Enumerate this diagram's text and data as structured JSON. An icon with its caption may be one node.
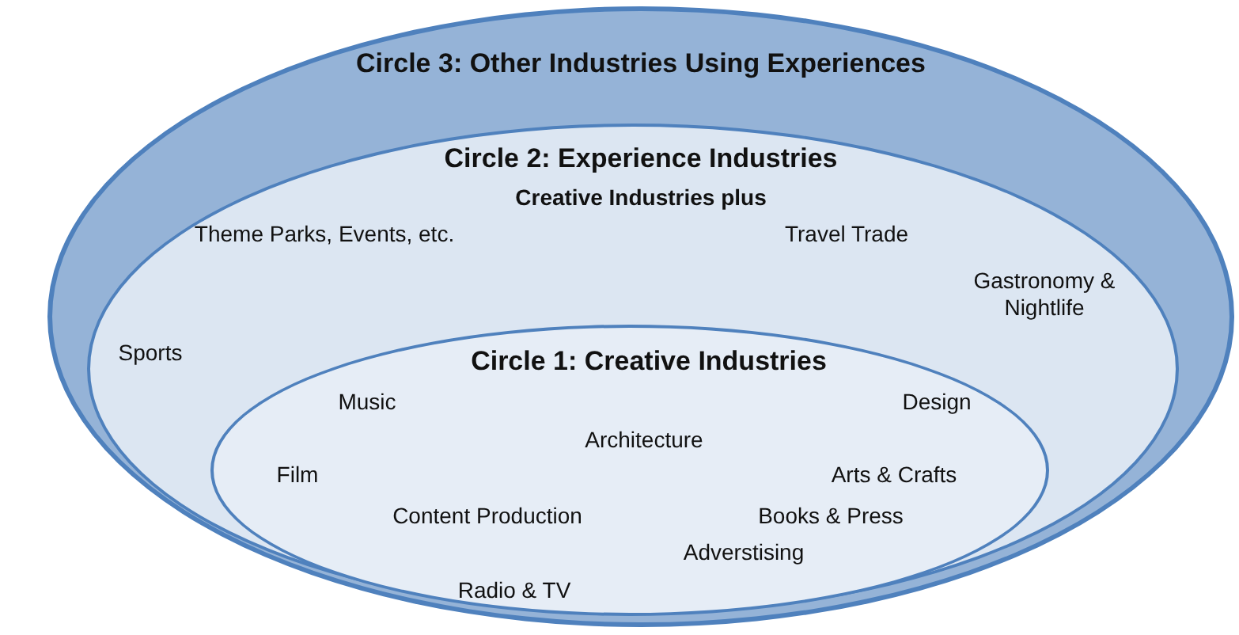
{
  "diagram": {
    "nodes": [
      {
        "text": [
          "Circle 3: Other Industries Using Experiences"
        ]
      },
      {
        "text": [
          "Circle 2: Experience Industries",
          "Creative Industries plus",
          "Theme Parks, Events, etc.",
          "Travel Trade",
          "Sports",
          "Gastronomy & Nightlife"
        ],
        "in": 0
      },
      {
        "text": [
          "Circle 1: Creative Industries",
          "Music",
          "Design",
          "Architecture",
          "Film",
          "Arts & Crafts",
          "Content Production",
          "Books & Press",
          "Adverstising",
          "Radio & TV"
        ],
        "in": 1
      }
    ],
    "edges": []
  }
}
